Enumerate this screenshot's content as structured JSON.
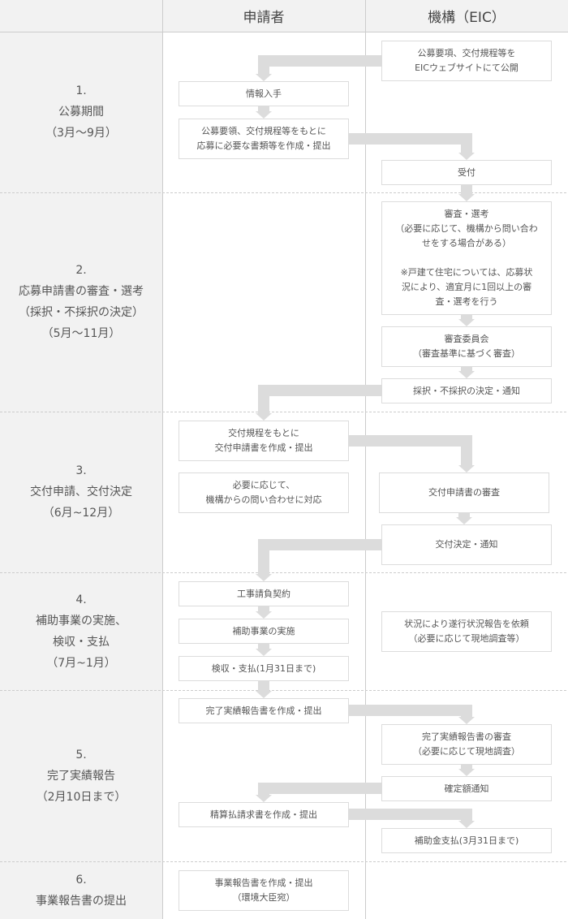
{
  "header": {
    "applicant": "申請者",
    "agency": "機構（EIC）"
  },
  "phases": [
    {
      "lines": [
        "1.",
        "公募期間",
        "（3月～9月）"
      ]
    },
    {
      "lines": [
        "2.",
        "応募申請書の審査・選考",
        "（採択・不採択の決定）",
        "（5月～11月）"
      ]
    },
    {
      "lines": [
        "3.",
        "交付申請、交付決定",
        "（6月~12月）"
      ]
    },
    {
      "lines": [
        "4.",
        "補助事業の実施、",
        "検収・支払",
        "（7月~1月）"
      ]
    },
    {
      "lines": [
        "5.",
        "完了実績報告",
        "（2月10日まで）"
      ]
    },
    {
      "lines": [
        "6.",
        "事業報告書の提出"
      ]
    }
  ],
  "steps": {
    "publish": [
      "公募要項、交付規程等を",
      "EICウェブサイトにて公開"
    ],
    "info": [
      "情報入手"
    ],
    "prepare_apply": [
      "公募要領、交付規程等をもとに",
      "応募に必要な書類等を作成・提出"
    ],
    "receive": [
      "受付"
    ],
    "review": [
      "審査・選考",
      "（必要に応じて、機構から問い合わ",
      "せをする場合がある）",
      "",
      "※戸建て住宅については、応募状",
      "況により、適宜月に1回以上の審",
      "査・選考を行う"
    ],
    "committee": [
      "審査委員会",
      "（審査基準に基づく審査）"
    ],
    "decision": [
      "採択・不採択の決定・通知"
    ],
    "grant_apply": [
      "交付規程をもとに",
      "交付申請書を作成・提出"
    ],
    "respond": [
      "必要に応じて、",
      "機構からの問い合わせに対応"
    ],
    "grant_review": [
      "交付申請書の審査"
    ],
    "grant_decision": [
      "交付決定・通知"
    ],
    "contract": [
      "工事請負契約"
    ],
    "implement": [
      "補助事業の実施"
    ],
    "inspection": [
      "検収・支払(1月31日まで)"
    ],
    "progress_request": [
      "状況により遂行状況報告を依頼",
      "（必要に応じて現地調査等）"
    ],
    "completion_report": [
      "完了実績報告書を作成・提出"
    ],
    "completion_review": [
      "完了実績報告書の審査",
      "（必要に応じて現地調査）"
    ],
    "amount_notice": [
      "確定額通知"
    ],
    "payment_request": [
      "精算払請求書を作成・提出"
    ],
    "grant_payment": [
      "補助金支払(3月31日まで)"
    ],
    "business_report": [
      "事業報告書を作成・提出",
      "（環境大臣宛）"
    ]
  },
  "colors": {
    "phase_bg": "#f2f2f2",
    "arrow": "#dcdcdc",
    "box_border": "#dcdcdc",
    "divider": "#cccccc"
  }
}
